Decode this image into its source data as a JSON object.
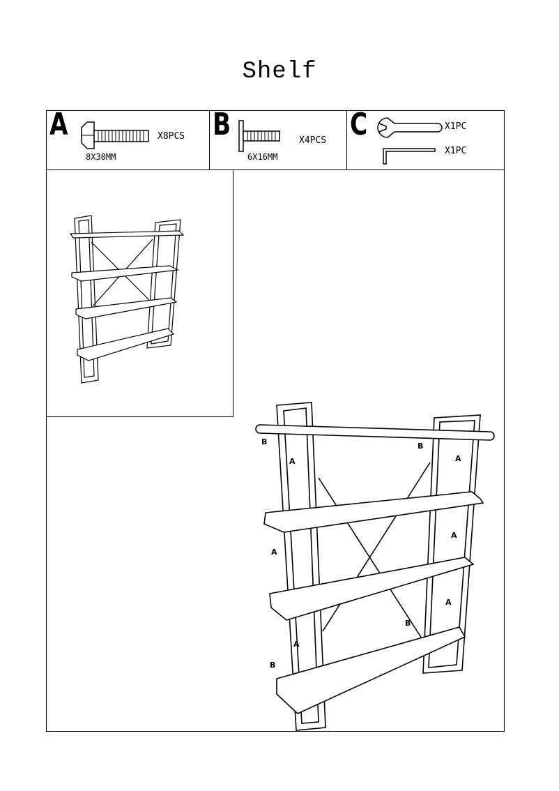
{
  "document": {
    "title": "Shelf"
  },
  "parts": [
    {
      "letter": "A",
      "quantity": "X8PCS",
      "size": "8X30MM",
      "icon": "hex-bolt-icon"
    },
    {
      "letter": "B",
      "quantity": "X4PCS",
      "size": "6X16MM",
      "icon": "flat-bolt-icon"
    },
    {
      "letter": "C",
      "items": [
        {
          "quantity": "X1PC",
          "icon": "wrench-icon"
        },
        {
          "quantity": "X1PC",
          "icon": "allen-key-icon"
        }
      ]
    }
  ],
  "callouts": {
    "bolt": "A",
    "screw": "B"
  }
}
